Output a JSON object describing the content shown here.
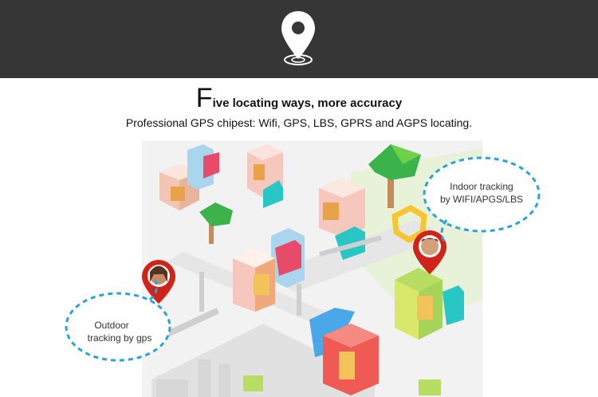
{
  "header": {
    "icon": "location-pin-icon",
    "background": "#363636"
  },
  "headline": {
    "initial": "F",
    "rest": "ive locating ways, more accuracy"
  },
  "subtitle": "Professional GPS chipest: Wifi, GPS, LBS, GPRS and AGPS locating.",
  "callouts": {
    "indoor": {
      "line1": "Indoor tracking",
      "line2": "by WIFI/APGS/LBS"
    },
    "outdoor": {
      "line1": "Outdoor",
      "line2": "tracking by gps"
    }
  },
  "colors": {
    "bubble_border": "#2aa3d9",
    "pin": "#d0231a"
  }
}
